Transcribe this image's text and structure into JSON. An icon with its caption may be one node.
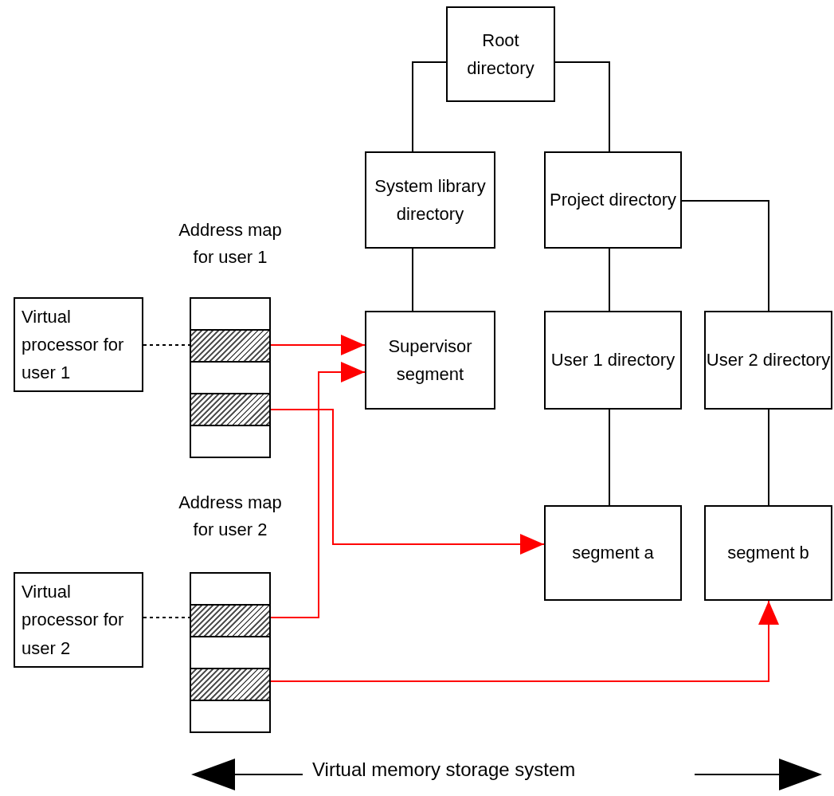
{
  "diagram": {
    "nodes": [
      {
        "text": [
          "Root directory"
        ]
      },
      {
        "text": [
          "System library directory"
        ]
      },
      {
        "text": [
          "Project directory"
        ]
      },
      {
        "text": [
          "Supervisor segment"
        ]
      },
      {
        "text": [
          "User 1 directory"
        ]
      },
      {
        "text": [
          "User 2 directory"
        ]
      },
      {
        "text": [
          "segment a"
        ]
      },
      {
        "text": [
          "segment b"
        ]
      },
      {
        "text": [
          "Virtual processor for user 1"
        ]
      },
      {
        "text": [
          "Virtual processor for user 2"
        ]
      },
      {
        "text": [
          "Address map for user 1"
        ]
      },
      {
        "text": [],
        "shape": "box",
        "in": 10
      },
      {
        "text": [],
        "shape": "box",
        "in": 10
      },
      {
        "text": [],
        "shape": "box",
        "in": 10
      },
      {
        "text": [],
        "shape": "box",
        "in": 10
      },
      {
        "text": [],
        "shape": "box",
        "in": 10
      },
      {
        "text": [
          "Address map for user 2"
        ]
      },
      {
        "text": [],
        "shape": "box",
        "in": 16
      },
      {
        "text": [],
        "shape": "box",
        "in": 16
      },
      {
        "text": [],
        "shape": "box",
        "in": 16
      },
      {
        "text": [],
        "shape": "box",
        "in": 16
      },
      {
        "text": [],
        "shape": "box",
        "in": 16
      }
    ],
    "edges": [
      {
        "from": 0,
        "to": 1,
        "arrow": "none"
      },
      {
        "from": 0,
        "to": 2,
        "arrow": "none"
      },
      {
        "from": 1,
        "to": 3,
        "arrow": "none"
      },
      {
        "from": 2,
        "to": 4,
        "arrow": "none"
      },
      {
        "from": 2,
        "to": 5,
        "arrow": "none"
      },
      {
        "from": 4,
        "to": 6,
        "arrow": "none"
      },
      {
        "from": 5,
        "to": 7,
        "arrow": "none"
      },
      {
        "from": 8,
        "to": 12,
        "arrow": "none",
        "style": "dashed"
      },
      {
        "from": 9,
        "to": 18,
        "arrow": "none",
        "style": "dashed"
      },
      {
        "from": 12,
        "to": 3,
        "arrow": "to",
        "color": "#ff0000"
      },
      {
        "from": 14,
        "to": 6,
        "arrow": "to",
        "color": "#ff0000"
      },
      {
        "from": 18,
        "to": 3,
        "arrow": "to",
        "color": "#ff0000"
      },
      {
        "from": 20,
        "to": 7,
        "arrow": "to",
        "color": "#ff0000"
      }
    ],
    "labels": [
      "Virtual memory storage system"
    ]
  }
}
